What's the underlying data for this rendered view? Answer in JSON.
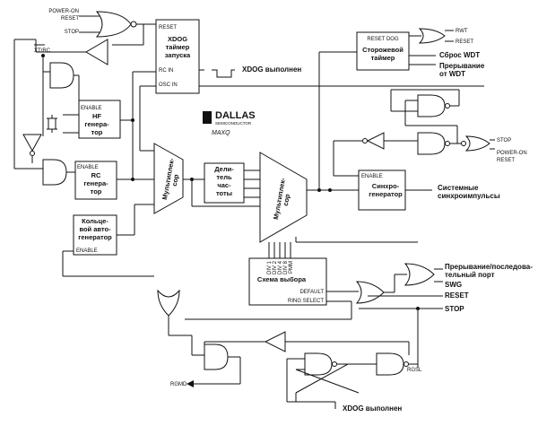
{
  "inputs": {
    "power_on_reset": "POWER-ON\nRESET",
    "stop": "STOP",
    "xt_rc": "XT/RC"
  },
  "blocks": {
    "xdog": {
      "title": "XDOG\nтаймер\nзапуска",
      "reset": "RESET",
      "rc_in": "RC IN",
      "osc_in": "OSC IN"
    },
    "hf": {
      "enable": "ENABLE",
      "title": "HF\nгенера-\nтор"
    },
    "rc": {
      "enable": "ENABLE",
      "title": "RC\nгенера-\nтор"
    },
    "ring": {
      "title": "Кольце-\nвой авто-\nгенератор",
      "enable": "ENABLE"
    },
    "mux1": {
      "title": "Мультиплек-\nсор"
    },
    "divider": {
      "title": "Дели-\nтель\nчас-\nтоты"
    },
    "mux2": {
      "title": "Мультиплек-\nсор"
    },
    "watchdog": {
      "title": "Сторожевой\nтаймер",
      "reset_dog": "RESET DOG"
    },
    "sync": {
      "enable": "ENABLE",
      "title": "Синхро-\nгенератор"
    },
    "select": {
      "pins": [
        "DIV 1",
        "DIV 2",
        "DIV 4",
        "DIV 8",
        "PMM"
      ],
      "title": "Схема выбора",
      "default": "DEFAULT",
      "ring_select": "RING SELECT"
    }
  },
  "outputs": {
    "rwt": "RWT",
    "reset": "RESET",
    "wdt_reset": "Сброс WDT",
    "wdt_interrupt": "Прерывание\nот WDT",
    "xdog_done": "XDOG выполнен",
    "system_clocks": "Системные\nсинхроимпульсы",
    "serial_interrupt": "Прерывание/последова-\nтельный порт",
    "swg": "SWG",
    "reset_out": "RESET",
    "stop_out": "STOP",
    "stop_right": "STOP",
    "power_on_reset_right": "POWER-ON\nRESET",
    "rgmd": "RGMD",
    "rgsl": "RGSL",
    "xdog_done_bottom": "XDOG выполнен"
  },
  "logo": {
    "brand": "DALLAS",
    "sub": "SEMICONDUCTOR",
    "part": "MAXQ"
  }
}
